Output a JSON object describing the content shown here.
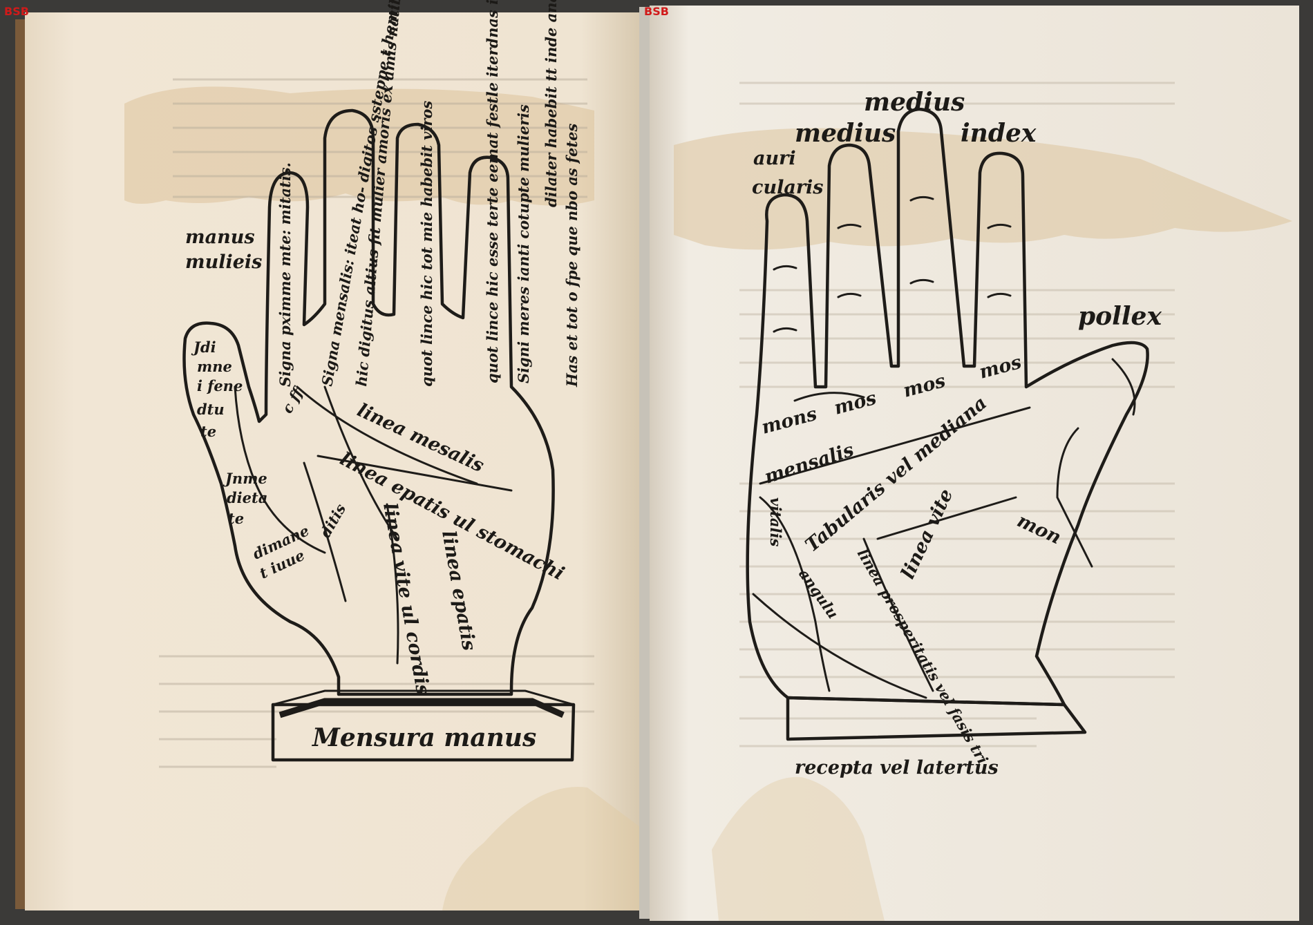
{
  "marks": {
    "left": "BSB",
    "right": "BSB"
  },
  "left_page": {
    "corner_label": [
      "manus",
      "mulieis"
    ],
    "finger_labels": [
      "Signa pximme mte: mitatis.",
      "Signa mensalis: iteat ho- digitos ssteppe t hemitans t muliere.",
      "hic digitus altius fit mulier amoris ex amis natibus",
      "quot lince hic tot mie habebit viros",
      "quot lince hic esse terte eemat festle iterdnas inutrias am",
      "Signi meres ianti cotupte mulieris",
      "dilater habebit tt inde ana atalis tot m",
      "Has et tot o fpe que nbo as fetes"
    ],
    "thumb_labels": [
      "Jdi",
      "mne",
      "i fene",
      "dtu",
      "te",
      "Jnme",
      "dieta",
      "te",
      "dimane",
      "t iuue"
    ],
    "palm_labels": [
      "linea mesalis",
      "linea epatis ul stomachi",
      "linea vite ul cordis",
      "linea epatis",
      "ditis"
    ],
    "small_marks": [
      "c ff"
    ],
    "cuff_label": "Mensura manus"
  },
  "right_page": {
    "finger_names": [
      "medius",
      "medius",
      "index",
      "auri",
      "cularis",
      "pollex"
    ],
    "mounts": [
      "mons",
      "mos",
      "mos",
      "mos"
    ],
    "palm_labels": [
      "mensalis",
      "Tabularis vel mediana",
      "linea vite",
      "linea prosperitatis vel fasis tri",
      "angulu",
      "vitalis",
      "mon"
    ],
    "wrist_label": "recepta vel latertus"
  },
  "colors": {
    "paper": "#efe4d2",
    "ink": "#1e1c19",
    "stain": "#d9b883",
    "mark": "#d11a1a"
  }
}
